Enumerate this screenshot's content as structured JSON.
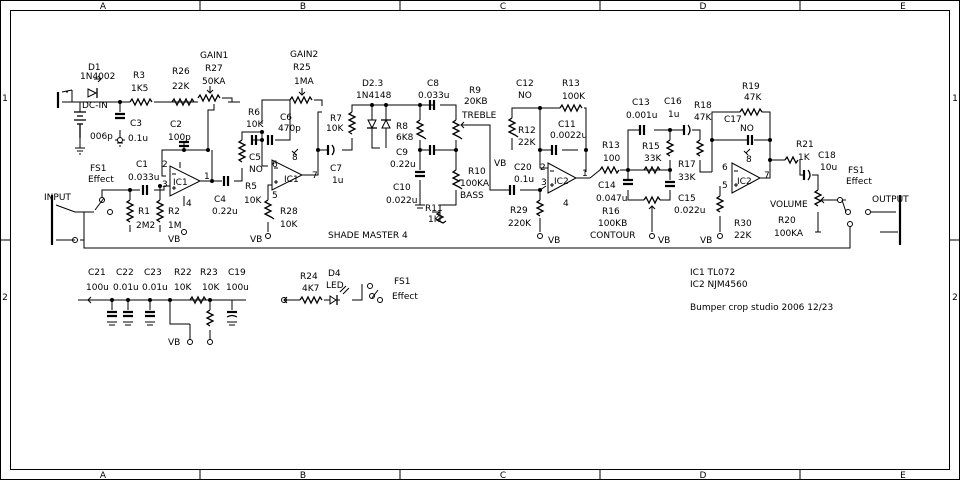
{
  "title": "SHADE MASTER 4",
  "credit": "Bumper crop studio 2006 12/23",
  "ic_notes": [
    "IC1 TL072",
    "IC2 NJM4560"
  ],
  "border": {
    "cols": [
      "A",
      "B",
      "C",
      "D",
      "E"
    ],
    "rows": [
      "1",
      "2"
    ]
  },
  "ports": {
    "input": "INPUT",
    "output": "OUTPUT",
    "dc_in": "DC-IN",
    "fs1": "FS1",
    "fs1_sub": "Effect"
  },
  "labels": {
    "d1": [
      "D1",
      "1N4002"
    ],
    "c_006p": "006p",
    "r3": [
      "R3",
      "1K5"
    ],
    "r26": [
      "R26",
      "22K"
    ],
    "gain1": [
      "GAIN1",
      "R27",
      "50KA"
    ],
    "c3": [
      "C3",
      "0.1u"
    ],
    "c2": [
      "C2",
      "100p"
    ],
    "c1": [
      "C1",
      "0.033u"
    ],
    "r1": [
      "R1",
      "2M2"
    ],
    "r2": [
      "R2",
      "1M"
    ],
    "vb": "VB",
    "c4": [
      "C4",
      "0.22u"
    ],
    "gain2": [
      "GAIN2",
      "R25",
      "1MA"
    ],
    "r6": [
      "R6",
      "10K"
    ],
    "c6": [
      "C6",
      "470p"
    ],
    "c5": [
      "C5",
      "NO"
    ],
    "r5": [
      "R5",
      "10K"
    ],
    "r28": [
      "R28",
      "10K"
    ],
    "r7": [
      "R7",
      "10K"
    ],
    "c7": [
      "C7",
      "1u"
    ],
    "d23": [
      "D2.3",
      "1N4148"
    ],
    "c8": [
      "C8",
      "0.033u"
    ],
    "r8": [
      "R8",
      "6K8"
    ],
    "c9": [
      "C9",
      "0.22u"
    ],
    "c10": [
      "C10",
      "0.022u"
    ],
    "r11": [
      "R11",
      "1K"
    ],
    "r9": [
      "R9",
      "20KB",
      "TREBLE"
    ],
    "r10": [
      "R10",
      "100KA",
      "BASS"
    ],
    "c12": [
      "C12",
      "NO"
    ],
    "r13a": [
      "R13",
      "100K"
    ],
    "r12": [
      "R12",
      "22K"
    ],
    "c11": [
      "C11",
      "0.0022u"
    ],
    "c20": [
      "C20",
      "0.1u"
    ],
    "r29": [
      "R29",
      "220K"
    ],
    "r13b": [
      "R13",
      "100"
    ],
    "c13": [
      "C13",
      "0.001u"
    ],
    "c16": [
      "C16",
      "1u"
    ],
    "r18": [
      "R18",
      "47K"
    ],
    "r15": [
      "R15",
      "33K"
    ],
    "r17": [
      "R17",
      "33K"
    ],
    "c14": [
      "C14",
      "0.047u"
    ],
    "c15": [
      "C15",
      "0.022u"
    ],
    "r16": [
      "R16",
      "100KB",
      "CONTOUR"
    ],
    "r19": [
      "R19",
      "47K"
    ],
    "c17": [
      "C17",
      "NO"
    ],
    "r21": [
      "R21",
      "1K"
    ],
    "c18": [
      "C18",
      "10u"
    ],
    "r30": [
      "R30",
      "22K"
    ],
    "r20": [
      "VOLUME",
      "R20",
      "100KA"
    ],
    "c21": [
      "C21",
      "100u"
    ],
    "c22": [
      "C22",
      "0.01u"
    ],
    "c23": [
      "C23",
      "0.01u"
    ],
    "r22": [
      "R22",
      "10K"
    ],
    "r23": [
      "R23",
      "10K"
    ],
    "c19": [
      "C19",
      "100u"
    ],
    "r24": [
      "R24",
      "4K7"
    ],
    "d4": [
      "D4",
      "LED"
    ],
    "ic1": "IC1",
    "ic2": "IC2",
    "pin_1": "1",
    "pin_2": "2",
    "pin_3": "3",
    "pin_4": "4",
    "pin_5": "5",
    "pin_6": "6",
    "pin_7": "7",
    "pin_8": "8"
  }
}
